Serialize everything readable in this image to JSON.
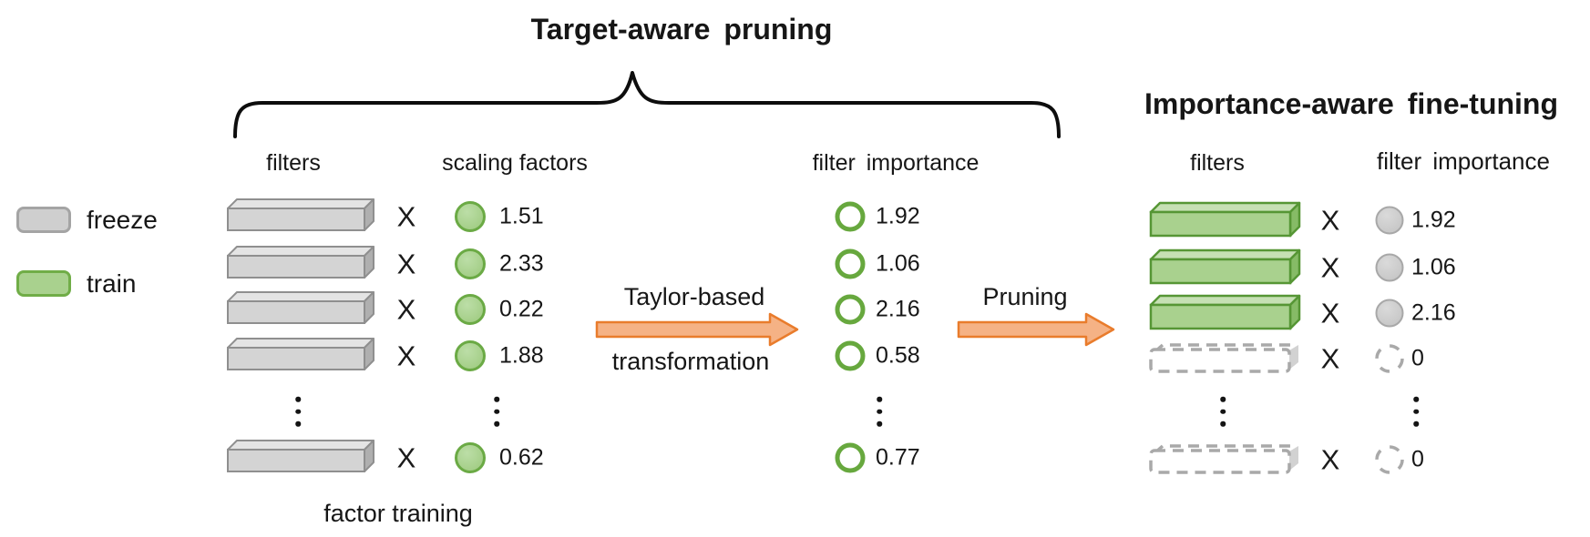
{
  "titles": {
    "left": "Target-aware pruning",
    "right": "Importance-aware fine-tuning"
  },
  "legend": {
    "freeze": "freeze",
    "train": "train"
  },
  "headers": {
    "left_filters": "filters",
    "scaling_factors": "scaling factors",
    "mid_importance": "filter importance",
    "right_filters": "filters",
    "right_importance": "filter importance"
  },
  "labels": {
    "multiply": "X",
    "taylor_line1": "Taylor-based",
    "taylor_line2": "transformation",
    "pruning": "Pruning",
    "factor_training": "factor training",
    "vertical_ellipsis": "⋮"
  },
  "left_rows": [
    {
      "scaling_factor": "1.51",
      "filter_importance": "1.92",
      "filter_state": "freeze"
    },
    {
      "scaling_factor": "2.33",
      "filter_importance": "1.06",
      "filter_state": "freeze"
    },
    {
      "scaling_factor": "0.22",
      "filter_importance": "2.16",
      "filter_state": "freeze"
    },
    {
      "scaling_factor": "1.88",
      "filter_importance": "0.58",
      "filter_state": "freeze"
    },
    {
      "scaling_factor": "0.62",
      "filter_importance": "0.77",
      "filter_state": "freeze"
    }
  ],
  "right_rows": [
    {
      "filter_importance": "1.92",
      "filter_state": "train",
      "pruned": false
    },
    {
      "filter_importance": "1.06",
      "filter_state": "train",
      "pruned": false
    },
    {
      "filter_importance": "2.16",
      "filter_state": "train",
      "pruned": false
    },
    {
      "filter_importance": "0",
      "filter_state": "pruned",
      "pruned": true
    },
    {
      "filter_importance": "0",
      "filter_state": "pruned",
      "pruned": true
    }
  ],
  "colors": {
    "train_green_fill": "#A9D18E",
    "train_green_border": "#70AD47",
    "freeze_gray_fill": "#CFCFCF",
    "freeze_gray_border": "#A6A6A6",
    "arrow_fill": "#F4B183",
    "arrow_border": "#ED7D31",
    "text": "#161616"
  }
}
